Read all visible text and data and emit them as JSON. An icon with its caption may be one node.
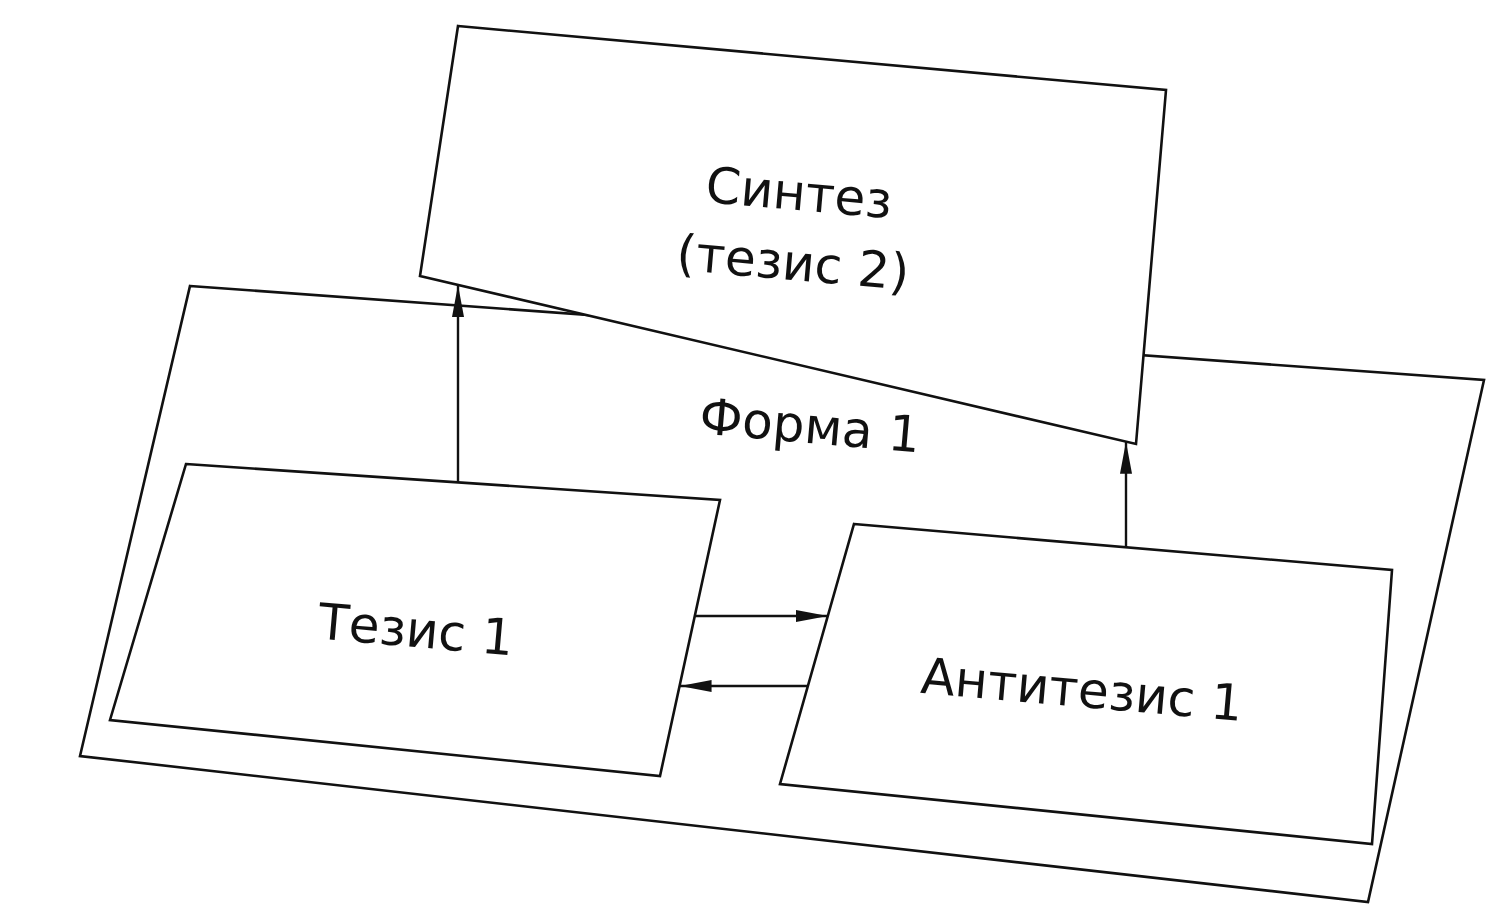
{
  "diagram": {
    "nodes": [
      {
        "text": [
          "Синтез (тезис 2)"
        ]
      },
      {
        "text": [
          "Форма 1"
        ]
      },
      {
        "text": [
          "Тезис 1"
        ],
        "in": 1
      },
      {
        "text": [
          "Антитезис 1"
        ],
        "in": 1
      }
    ],
    "edges": [
      {
        "from": 2,
        "to": 0,
        "arrow": "to"
      },
      {
        "from": 3,
        "to": 0,
        "arrow": "to"
      },
      {
        "from": 2,
        "to": 3,
        "arrow": "to"
      },
      {
        "from": 3,
        "to": 2,
        "arrow": "to"
      }
    ]
  }
}
